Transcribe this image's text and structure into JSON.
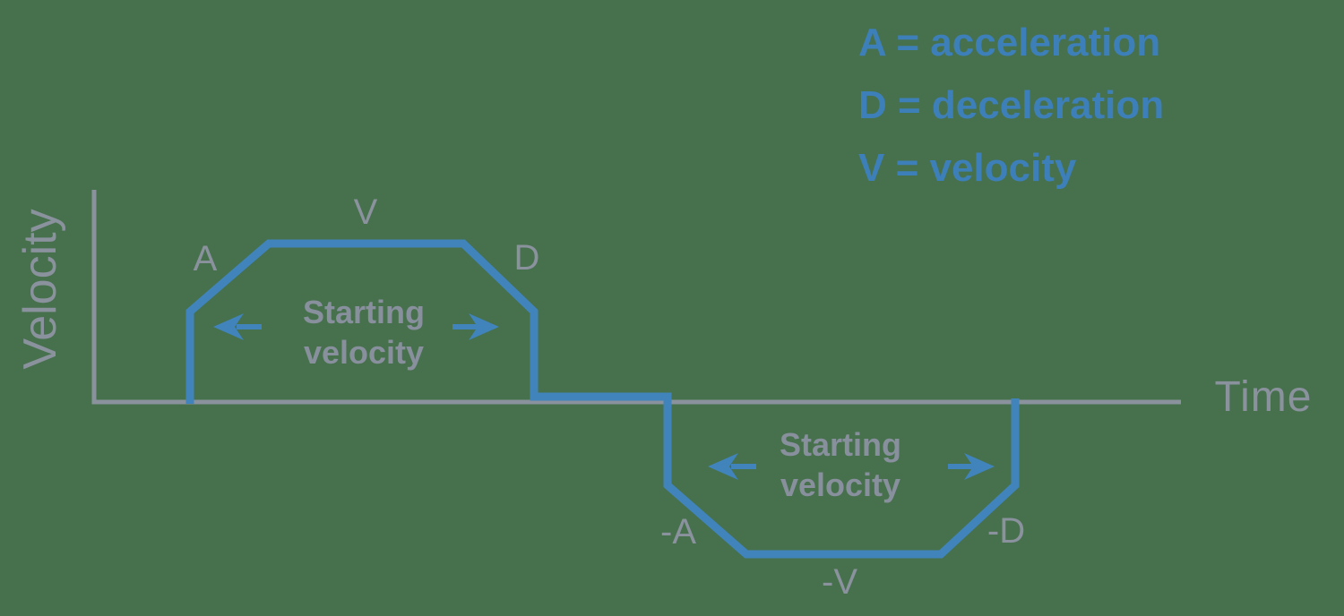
{
  "legend": {
    "acceleration": "A = acceleration",
    "deceleration": "D = deceleration",
    "velocity": "V = velocity"
  },
  "axes": {
    "y_label": "Velocity",
    "x_label": "Time"
  },
  "upper_profile": {
    "accel_label": "A",
    "velocity_label": "V",
    "decel_label": "D",
    "note_line1": "Starting",
    "note_line2": "velocity"
  },
  "lower_profile": {
    "accel_label": "-A",
    "velocity_label": "-V",
    "decel_label": "-D",
    "note_line1": "Starting",
    "note_line2": "velocity"
  },
  "colors": {
    "background": "#47704d",
    "profile_blue": "#4084bb",
    "legend_blue": "#3d7fb8",
    "axis_gray": "#8a929d"
  }
}
